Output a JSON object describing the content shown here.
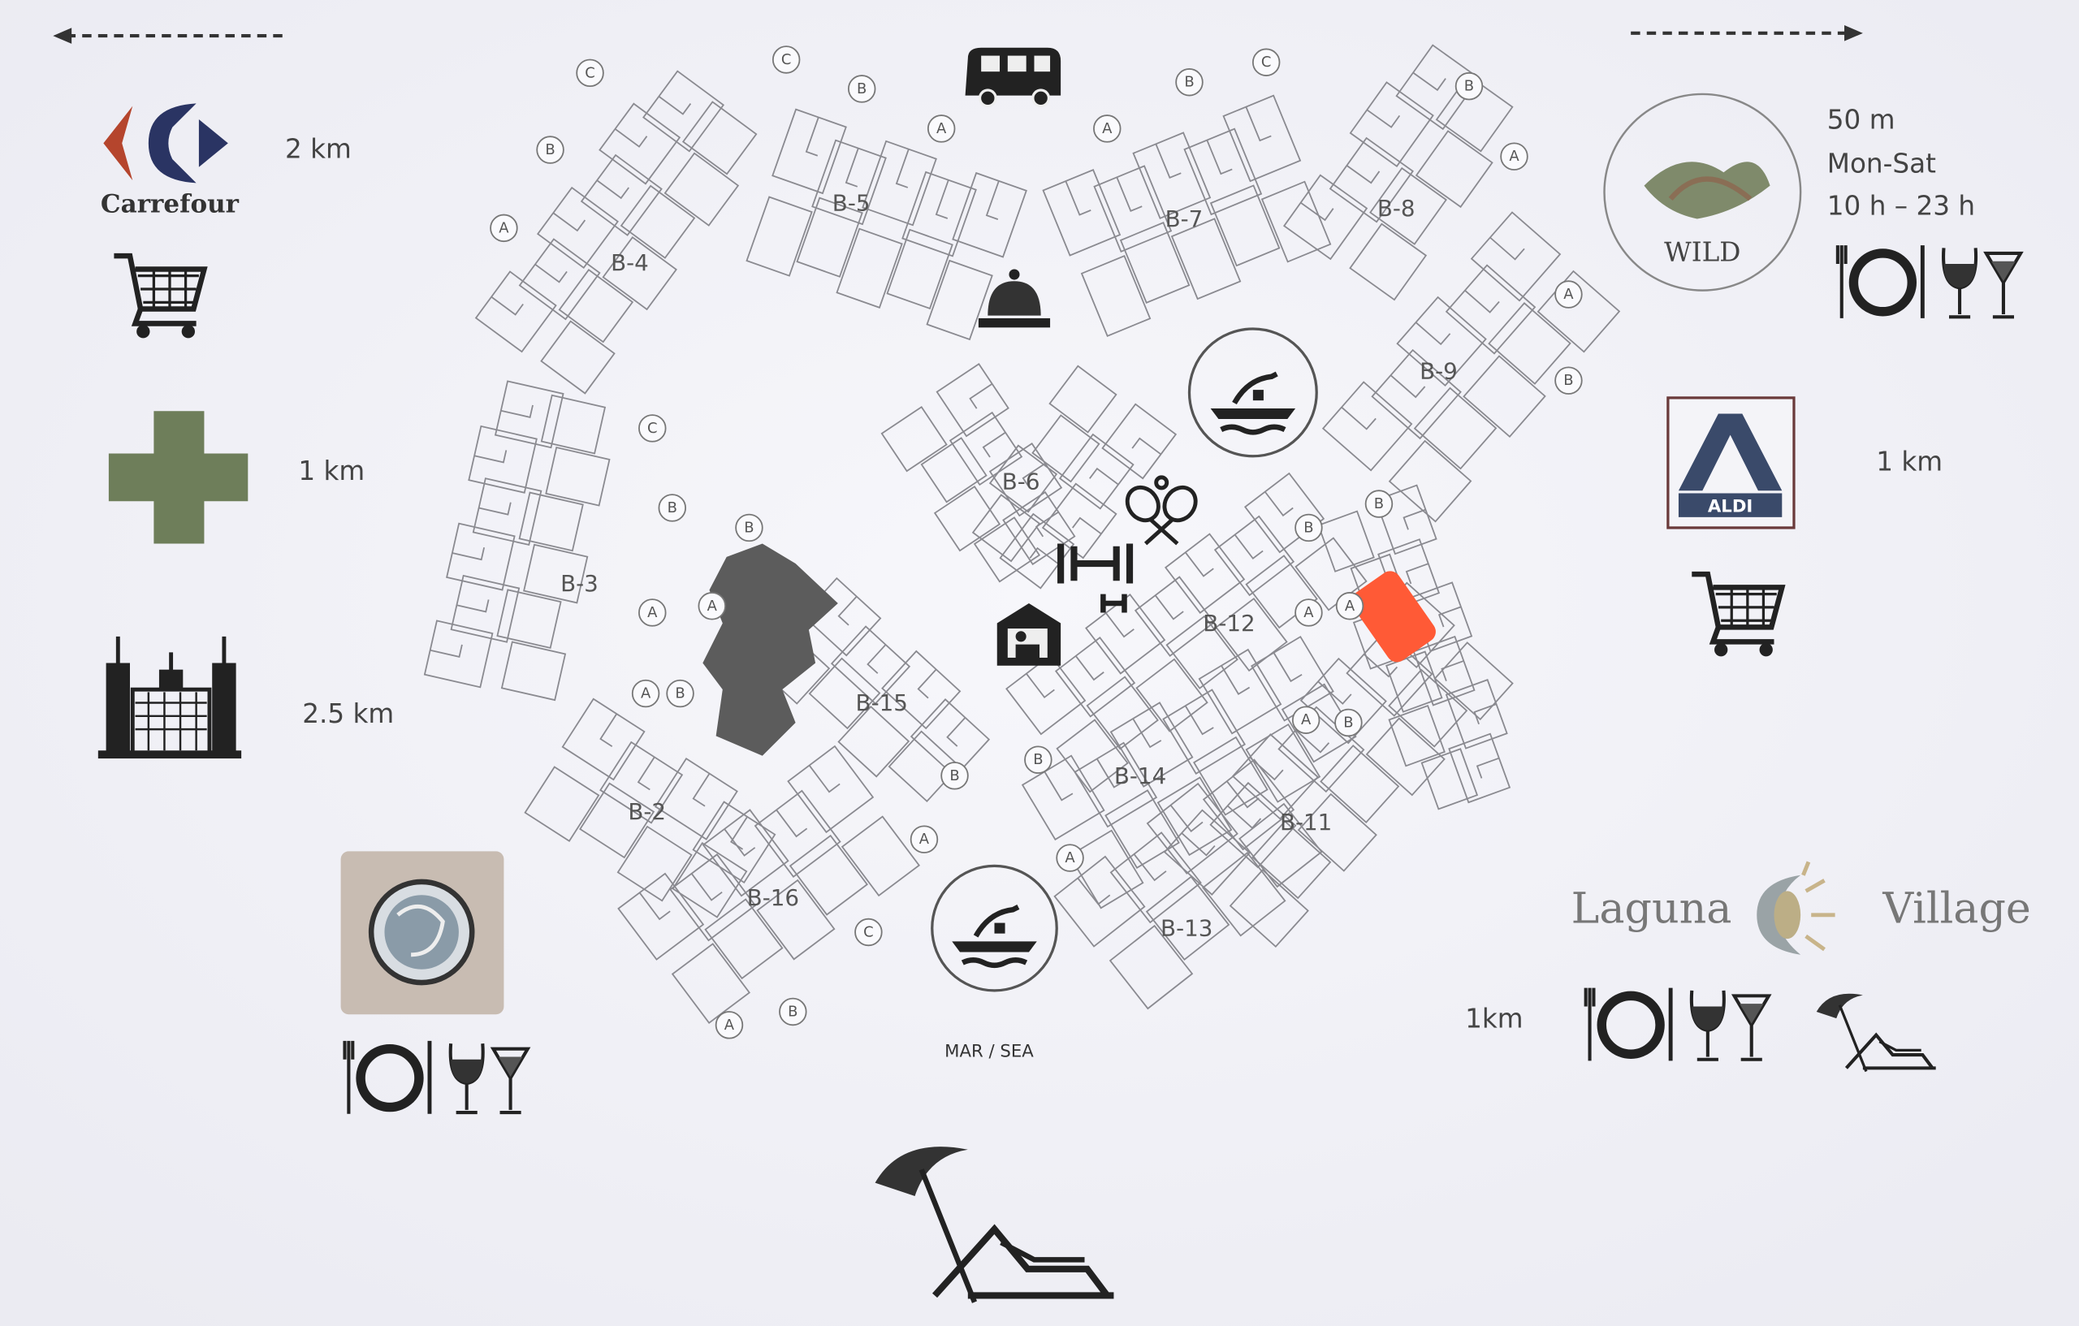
{
  "map": {
    "sea_label": "MAR / SEA",
    "buildings": [
      "B-2",
      "B-3",
      "B-4",
      "B-5",
      "B-6",
      "B-7",
      "B-8",
      "B-9",
      "B-11",
      "B-12",
      "B-13",
      "B-14",
      "B-15",
      "B-16"
    ],
    "entrances": [
      "C",
      "C",
      "B",
      "A",
      "A",
      "B",
      "C",
      "B",
      "A",
      "B",
      "A",
      "A",
      "B",
      "C",
      "B",
      "B",
      "B",
      "B",
      "A",
      "A",
      "A",
      "A",
      "A",
      "B",
      "A",
      "B",
      "B",
      "B",
      "A",
      "A",
      "C",
      "A",
      "B"
    ],
    "highlight_color": "#ff5a36"
  },
  "left": {
    "carrefour": {
      "logo_text": "Carrefour",
      "distance": "2 km"
    },
    "pharmacy": {
      "distance": "1 km"
    },
    "city": {
      "distance": "2.5 km"
    }
  },
  "right": {
    "wild": {
      "logo_text": "WILD",
      "distance": "50 m",
      "days": "Mon-Sat",
      "hours": "10 h – 23 h"
    },
    "aldi": {
      "logo_text": "ALDI",
      "distance": "1 km"
    },
    "laguna": {
      "name_left": "Laguna",
      "name_right": "Village",
      "distance": "1km"
    }
  }
}
